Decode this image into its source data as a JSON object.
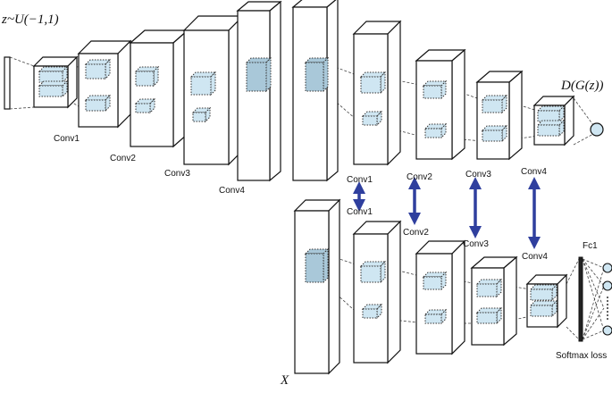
{
  "generator": {
    "noise_label": "z~U(−1,1)",
    "output_label": "D(G(z))",
    "layers": [
      "Conv1",
      "Conv2",
      "Conv3",
      "Conv4"
    ]
  },
  "discriminator_top": {
    "layers": [
      "Conv1",
      "Conv2",
      "Conv3",
      "Conv4"
    ]
  },
  "discriminator_bottom": {
    "input_label": "X",
    "layers": [
      "Conv1",
      "Conv2",
      "Conv3",
      "Conv4"
    ],
    "fc_label": "Fc1",
    "loss_label": "Softmax loss"
  },
  "colors": {
    "line": "#111111",
    "feature_fill": "#cfe6f2",
    "feature_fill_dark": "#a9c8d9",
    "arrow": "#2f3f9e"
  }
}
